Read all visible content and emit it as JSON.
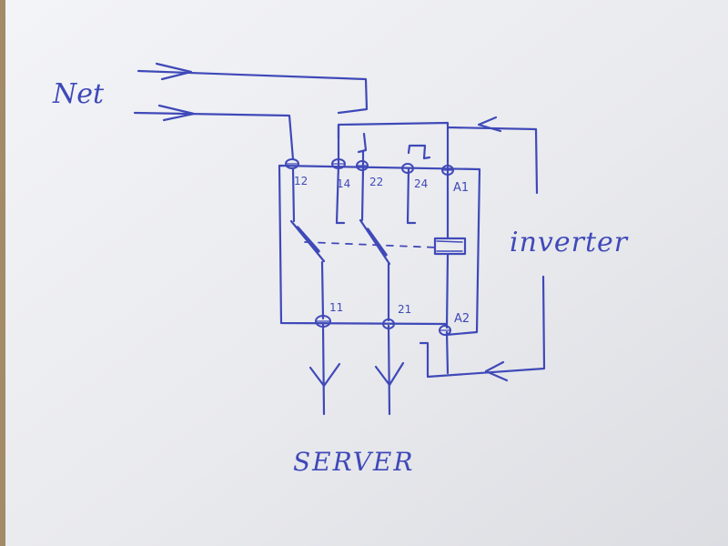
{
  "diagram": {
    "ink_color": "#3f49b8",
    "paper_color": "#ecedf1",
    "labels": {
      "net": "Net",
      "inverter": "inverter",
      "server": "SERVER"
    },
    "terminals": {
      "t12": "12",
      "t14": "14",
      "t22": "22",
      "t24": "24",
      "tA1": "A1",
      "t11": "11",
      "t21": "21",
      "tA2": "A2"
    }
  }
}
